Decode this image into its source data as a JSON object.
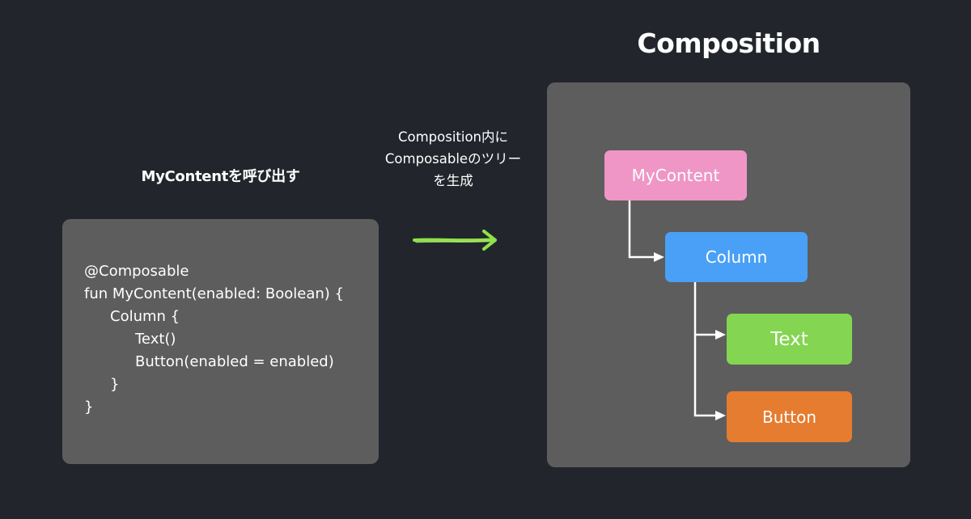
{
  "left": {
    "title": "MyContentを呼び出す",
    "code_lines": [
      "@Composable",
      "fun MyContent(enabled: Boolean) {",
      "Column {",
      "Text()",
      "Button(enabled = enabled)",
      "}",
      "}"
    ]
  },
  "caption": {
    "lines": [
      "Composition内に",
      "Composableのツリー",
      "を生成"
    ]
  },
  "right": {
    "title": "Composition",
    "nodes": {
      "mycontent": "MyContent",
      "column": "Column",
      "text": "Text",
      "button": "Button"
    }
  },
  "colors": {
    "background": "#22262c",
    "panel": "#5d5d5d",
    "mycontent": "#ef96c7",
    "column": "#49a0f6",
    "text": "#84d551",
    "button": "#e57c30",
    "arrow": "#8fe24a"
  }
}
